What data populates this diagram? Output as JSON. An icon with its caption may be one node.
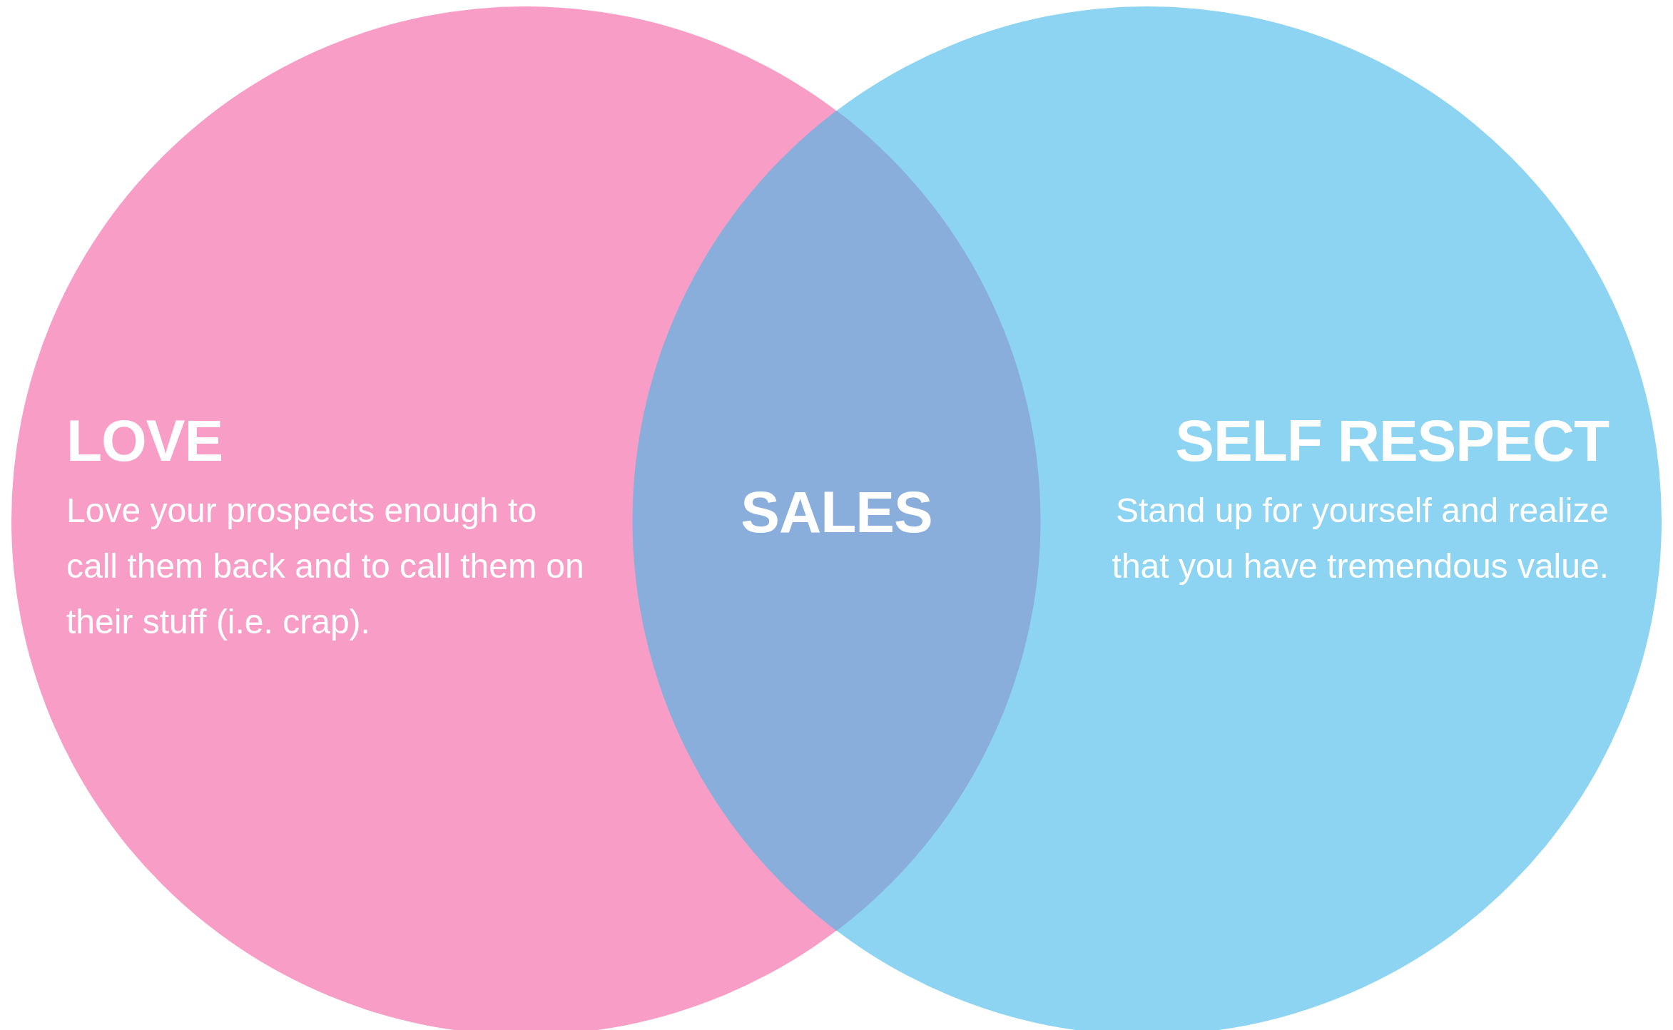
{
  "diagram": {
    "nodes": [
      {
        "text": [
          "LOVE",
          "Love your prospects enough to call them back and to call them on their stuff (i.e. crap)."
        ]
      },
      {
        "text": [
          "SELF RESPECT",
          "Stand up for yourself and realize that you have tremendous value."
        ]
      },
      {
        "text": [
          "SALES"
        ]
      }
    ]
  }
}
